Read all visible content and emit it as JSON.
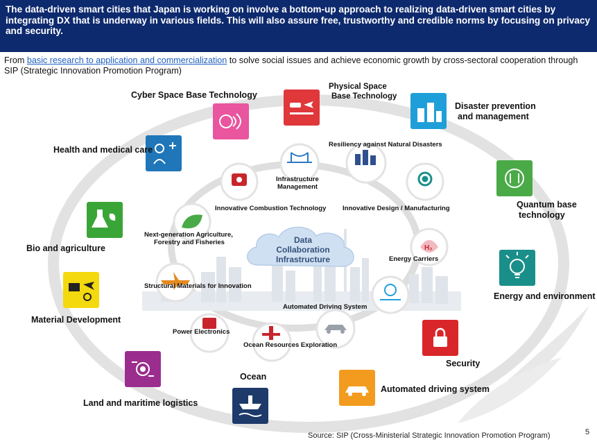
{
  "header": {
    "text": "The data-driven smart cities that Japan is working on involve a bottom-up approach to realizing data-driven smart cities by integrating DX that is underway in various fields. This will also assure free, trustworthy and credible norms by focusing on privacy and security."
  },
  "subline": {
    "prefix": "From ",
    "link": "basic research to application and commercialization",
    "suffix": " to solve social issues and achieve economic growth by cross-sectoral cooperation through SIP (Strategic Innovation Promotion Program)"
  },
  "center": {
    "line1": "Data",
    "line2": "Collaboration",
    "line3": "Infrastructure"
  },
  "outer_fields": [
    {
      "id": "cyber-space",
      "label_lines": [
        "Cyber Space Base Technology"
      ],
      "color": "#e9559e"
    },
    {
      "id": "physical-space",
      "label_lines": [
        "Physical Space",
        "Base Technology"
      ],
      "color": "#e0373b"
    },
    {
      "id": "disaster-prevention",
      "label_lines": [
        "Disaster prevention",
        "and management"
      ],
      "color": "#1f9fd9"
    },
    {
      "id": "quantum",
      "label_lines": [
        "Quantum base",
        "technology"
      ],
      "color": "#4aaa47"
    },
    {
      "id": "energy-environment",
      "label_lines": [
        "Energy and environment"
      ],
      "color": "#1a8f8a"
    },
    {
      "id": "security",
      "label_lines": [
        "Security"
      ],
      "color": "#d9262a"
    },
    {
      "id": "automated-driving",
      "label_lines": [
        "Automated driving system"
      ],
      "color": "#f29b1e"
    },
    {
      "id": "ocean",
      "label_lines": [
        "Ocean"
      ],
      "color": "#1d3a6b"
    },
    {
      "id": "land-maritime",
      "label_lines": [
        "Land and maritime logistics"
      ],
      "color": "#9b2d8e"
    },
    {
      "id": "material-development",
      "label_lines": [
        "Material Development"
      ],
      "color": "#f3d90e"
    },
    {
      "id": "bio-agriculture",
      "label_lines": [
        "Bio and agriculture"
      ],
      "color": "#3aa537"
    },
    {
      "id": "health-medical",
      "label_lines": [
        "Health and medical care"
      ],
      "color": "#1f76b8"
    }
  ],
  "inner_programs": [
    {
      "id": "infrastructure",
      "label_lines": [
        "Infrastructure",
        "Management"
      ]
    },
    {
      "id": "resiliency",
      "label_lines": [
        "Resiliency against Natural Disasters"
      ]
    },
    {
      "id": "combustion",
      "label_lines": [
        "Innovative Combustion Technology"
      ]
    },
    {
      "id": "design-manufacturing",
      "label_lines": [
        "Innovative Design / Manufacturing"
      ]
    },
    {
      "id": "agriculture",
      "label_lines": [
        "Next-generation Agriculture,",
        "Forestry and Fisheries"
      ]
    },
    {
      "id": "energy-carriers",
      "label_lines": [
        "Energy Carriers"
      ]
    },
    {
      "id": "structural-materials",
      "label_lines": [
        "Structural Materials for Innovation"
      ]
    },
    {
      "id": "automated-driving-sys",
      "label_lines": [
        "Automated Driving System"
      ]
    },
    {
      "id": "power-electronics",
      "label_lines": [
        "Power Electronics"
      ]
    },
    {
      "id": "ocean-resources",
      "label_lines": [
        "Ocean Resources Exploration"
      ]
    }
  ],
  "footer": {
    "source": "Source: SIP (Cross-Ministerial Strategic Innovation Promotion Program)",
    "page": "5"
  },
  "colors": {
    "header_bg": "#0e2a6e",
    "ring": "#dcdcdc",
    "link": "#1f5fbf",
    "cloud": "#cfe0f2"
  }
}
